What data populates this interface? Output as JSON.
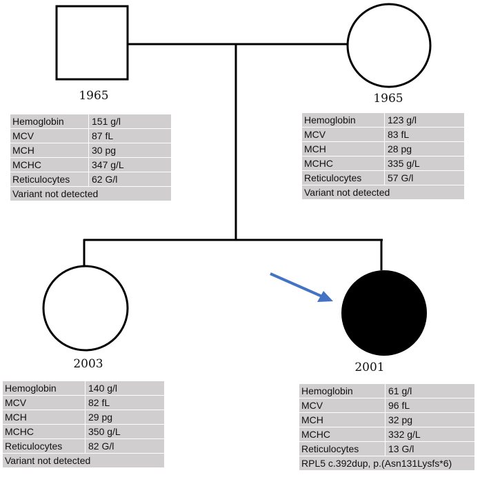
{
  "colors": {
    "line": "#000000",
    "affected_fill": "#000000",
    "unaffected_fill": "#ffffff",
    "arrow": "#4472c4",
    "table_bg": "#d0cece"
  },
  "father": {
    "symbol": "square",
    "affected": false,
    "year": "1965",
    "labs": [
      {
        "name": "Hemoglobin",
        "value": "151 g/l"
      },
      {
        "name": "MCV",
        "value": "87 fL"
      },
      {
        "name": "MCH",
        "value": "30 pg"
      },
      {
        "name": "MCHC",
        "value": "347 g/L"
      },
      {
        "name": "Reticulocytes",
        "value": "62 G/l"
      }
    ],
    "variant": "Variant not detected"
  },
  "mother": {
    "symbol": "circle",
    "affected": false,
    "year": "1965",
    "labs": [
      {
        "name": "Hemoglobin",
        "value": "123 g/l"
      },
      {
        "name": "MCV",
        "value": "83 fL"
      },
      {
        "name": "MCH",
        "value": "28 pg"
      },
      {
        "name": "MCHC",
        "value": "335 g/L"
      },
      {
        "name": "Reticulocytes",
        "value": "57 G/l"
      }
    ],
    "variant": "Variant not detected"
  },
  "sibling": {
    "symbol": "circle",
    "affected": false,
    "year": "2003",
    "labs": [
      {
        "name": "Hemoglobin",
        "value": "140 g/l"
      },
      {
        "name": "MCV",
        "value": "82 fL"
      },
      {
        "name": "MCH",
        "value": "29 pg"
      },
      {
        "name": "MCHC",
        "value": "350 g/L"
      },
      {
        "name": "Reticulocytes",
        "value": "82 G/l"
      }
    ],
    "variant": "Variant not detected"
  },
  "proband": {
    "symbol": "circle",
    "affected": true,
    "year": "2001",
    "labs": [
      {
        "name": "Hemoglobin",
        "value": "61 g/l"
      },
      {
        "name": "MCV",
        "value": "96 fL"
      },
      {
        "name": "MCH",
        "value": "32 pg"
      },
      {
        "name": "MCHC",
        "value": "332 g/L"
      },
      {
        "name": "Reticulocytes",
        "value": "13 G/l"
      }
    ],
    "variant": "RPL5 c.392dup, p.(Asn131Lysfs*6)"
  }
}
